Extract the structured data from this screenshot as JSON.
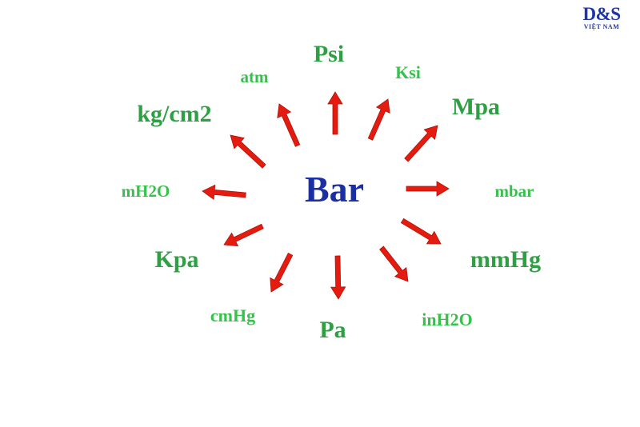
{
  "logo": {
    "brand": "D&S",
    "country": "VIỆT NAM",
    "color": "#1e35a8"
  },
  "diagram": {
    "center": {
      "label": "Bar",
      "color": "#1a2fa3"
    },
    "unit_color": "#2ea043",
    "unit_color_light": "#35c24a",
    "arrow_color": "#e61b10",
    "arrow_outline": "#b01208",
    "units": [
      {
        "label": "Psi"
      },
      {
        "label": "Ksi"
      },
      {
        "label": "Mpa"
      },
      {
        "label": "mbar"
      },
      {
        "label": "mmHg"
      },
      {
        "label": "inH2O"
      },
      {
        "label": "Pa"
      },
      {
        "label": "cmHg"
      },
      {
        "label": "Kpa"
      },
      {
        "label": "mH2O"
      },
      {
        "label": "kg/cm2"
      },
      {
        "label": "atm"
      }
    ]
  }
}
